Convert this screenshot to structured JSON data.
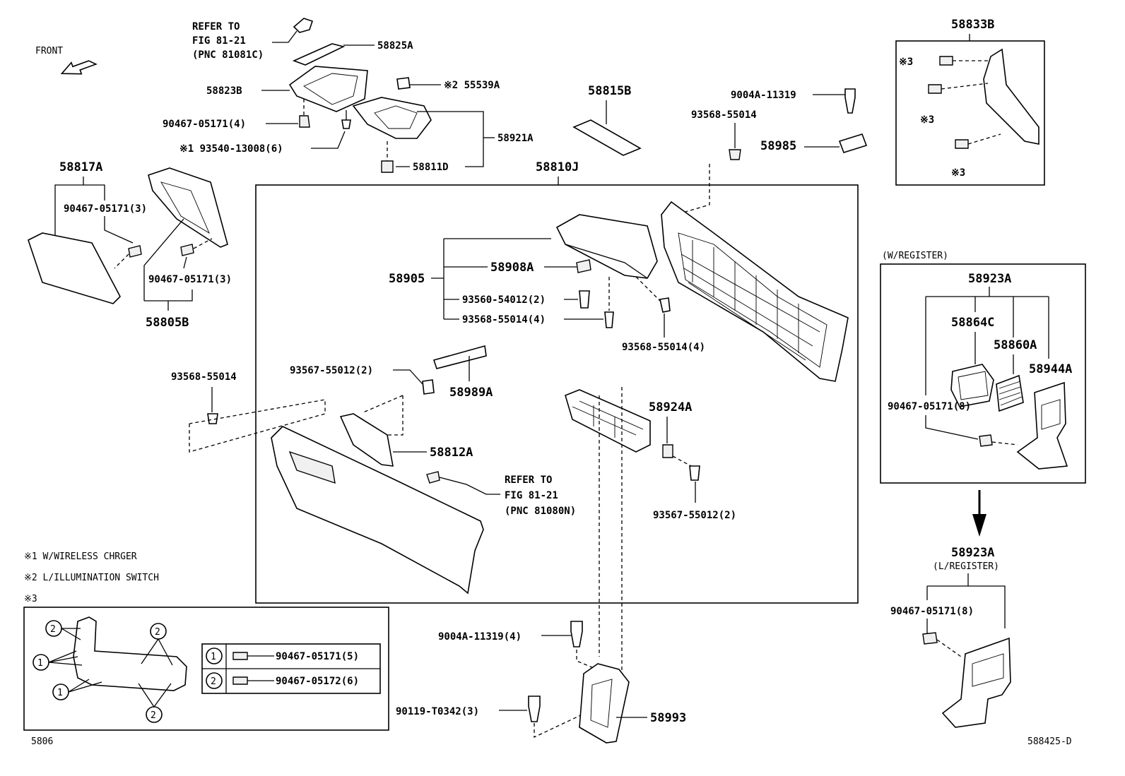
{
  "diagram": {
    "front_label": "FRONT",
    "drawing_code": "588425-D",
    "page_code": "5806",
    "refer_top": [
      "REFER TO",
      "FIG 81-21",
      "(PNC 81081C)"
    ],
    "refer_mid": [
      "REFER TO",
      "FIG 81-21",
      "(PNC 81080N)"
    ],
    "notes": {
      "n1": "※1 W/WIRELESS CHRGER",
      "n2": "※2 L/ILLUMINATION SWITCH",
      "n3": "※3"
    },
    "w_register": "(W/REGISTER)",
    "l_register": "(L/REGISTER)",
    "legend": [
      {
        "circle": "1",
        "part": "90467-05171(5)"
      },
      {
        "circle": "2",
        "part": "90467-05172(6)"
      }
    ],
    "mark_3": "※3",
    "labels": {
      "p58825A": "58825A",
      "p58823B": "58823B",
      "p90467_4": "90467-05171(4)",
      "p93540": "※1 93540-13008(6)",
      "p55539A": "※2 55539A",
      "p58921A": "58921A",
      "p58811D": "58811D",
      "p58815B": "58815B",
      "p9004A_top": "9004A-11319",
      "p93568_top": "93568-55014",
      "p58985": "58985",
      "p58833B": "58833B",
      "p58817A": "58817A",
      "p90467_3a": "90467-05171(3)",
      "p90467_3b": "90467-05171(3)",
      "p58805B": "58805B",
      "p58810J": "58810J",
      "p58905": "58905",
      "p58908A": "58908A",
      "p93560": "93560-54012(2)",
      "p93568_4a": "93568-55014(4)",
      "p93568_4b": "93568-55014(4)",
      "p93568_left": "93568-55014",
      "p93567_a": "93567-55012(2)",
      "p58989A": "58989A",
      "p58812A": "58812A",
      "p58924A": "58924A",
      "p93567_b": "93567-55012(2)",
      "p58923A_top": "58923A",
      "p58864C": "58864C",
      "p58860A": "58860A",
      "p58944A": "58944A",
      "p90467_8a": "90467-05171(8)",
      "p58923A_bot": "58923A",
      "p90467_8b": "90467-05171(8)",
      "p9004A_4": "9004A-11319(4)",
      "p90119": "90119-T0342(3)",
      "p58993": "58993"
    }
  }
}
